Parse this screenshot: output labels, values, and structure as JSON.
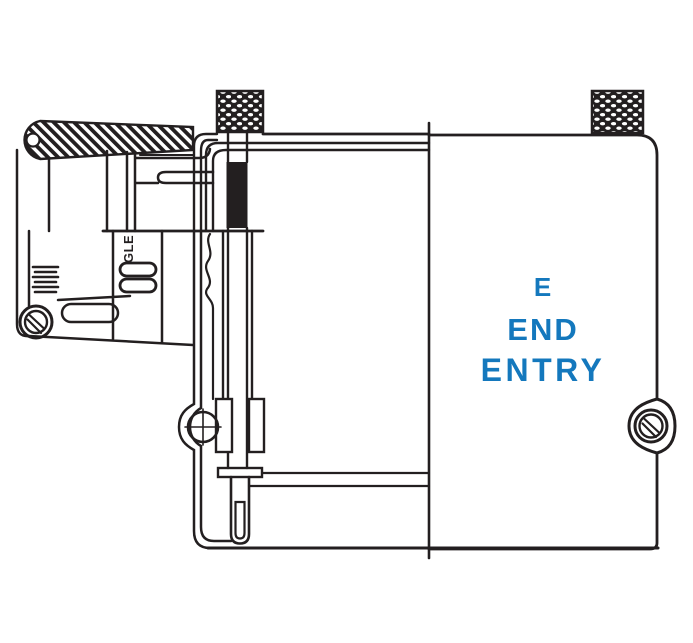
{
  "drawing": {
    "label": {
      "line1": "E",
      "line2": "END",
      "line3": "ENTRY"
    },
    "marking": "GLE",
    "colors": {
      "accent_blue": "#1478BD",
      "ink": "#231F20"
    }
  }
}
